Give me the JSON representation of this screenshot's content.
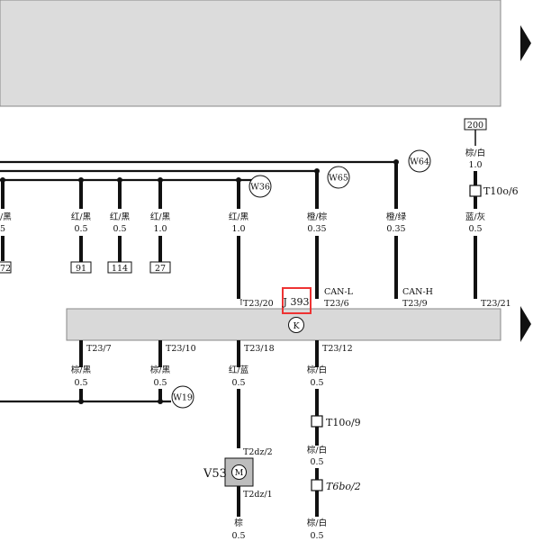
{
  "component": {
    "id": "J 393",
    "highlight_color": "#e33",
    "module_fill": "#d9d9d9",
    "screen_fill": "#dcdcdc",
    "motor_fill": "#bdbdbd"
  },
  "top_wires": [
    {
      "color": "红/黑",
      "gauge": "0.5",
      "ref": "91"
    },
    {
      "color": "红/黑",
      "gauge": "0.5",
      "ref": "114"
    },
    {
      "color": "红/黑",
      "gauge": "1.0",
      "ref": "27"
    },
    {
      "color": "红/黑",
      "gauge": "1.0",
      "pin": "T23/20"
    },
    {
      "color": "橙/棕",
      "gauge": "0.35",
      "pin": "T23/6",
      "signal": "CAN-L"
    },
    {
      "color": "橙/绿",
      "gauge": "0.35",
      "pin": "T23/9",
      "signal": "CAN-H"
    },
    {
      "color": "蓝/灰",
      "gauge": "0.5",
      "pin": "T23/21"
    }
  ],
  "left_partial": {
    "gauge": "5",
    "ref": "72",
    "color_fragment": "/黑"
  },
  "ground_points": [
    "W36",
    "W65",
    "W64",
    "W19"
  ],
  "fuse_ref": "200",
  "right_top_wire": {
    "color": "棕/白",
    "gauge": "1.0",
    "connector": "T10o/6"
  },
  "module_symbol": "K",
  "bottom_wires": [
    {
      "pin": "T23/7",
      "color": "棕/黑",
      "gauge": "0.5"
    },
    {
      "pin": "T23/10",
      "color": "棕/黑",
      "gauge": "0.5"
    },
    {
      "pin": "T23/18",
      "color": "红/蓝",
      "gauge": "0.5"
    },
    {
      "pin": "T23/12",
      "color": "棕/白",
      "gauge": "0.5"
    }
  ],
  "motor": {
    "label": "V53",
    "symbol": "M",
    "pin_top": "T2dz/2",
    "pin_bottom": "T2dz/1",
    "color_below": "棕",
    "gauge_below": "0.5"
  },
  "connector_chain": [
    {
      "label": "T10o/9"
    },
    {
      "color": "棕/白",
      "gauge": "0.5"
    },
    {
      "label": "T6bo/2"
    },
    {
      "color": "棕/白",
      "gauge": "0.5"
    }
  ]
}
